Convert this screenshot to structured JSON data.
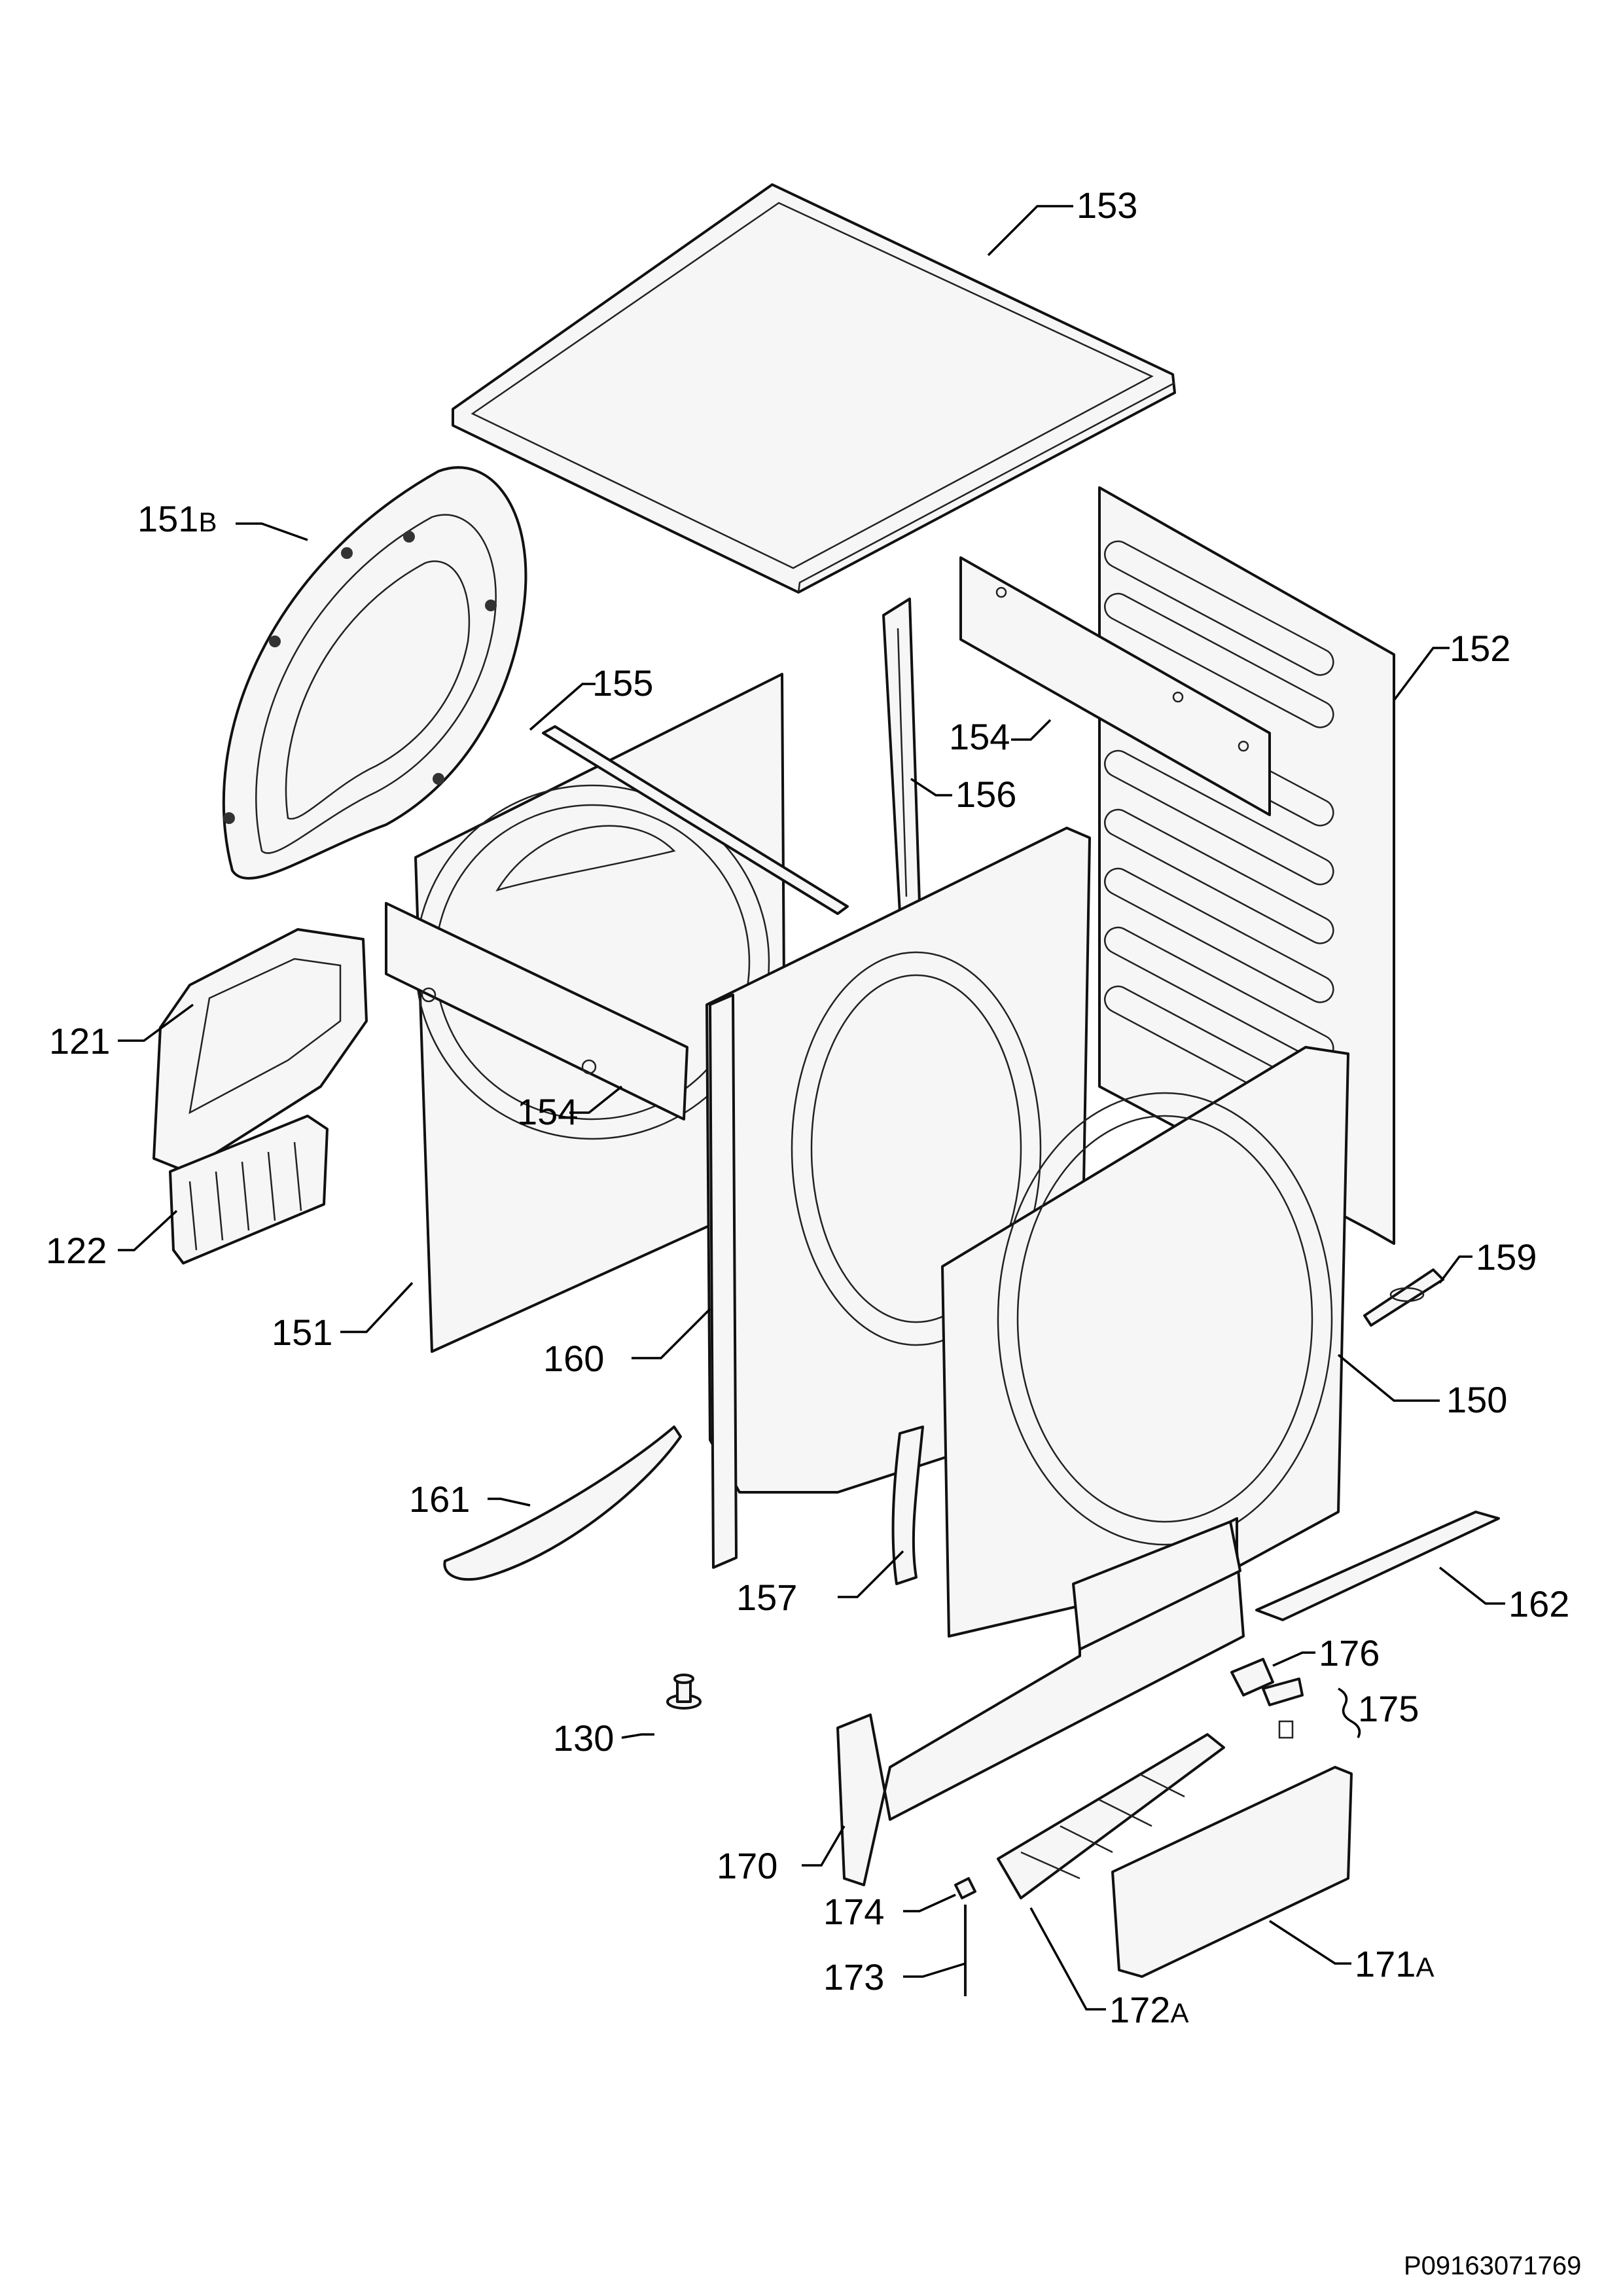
{
  "labels": {
    "p153": "153",
    "p151": "151",
    "p151b_num": "151",
    "p151b_suf": "B",
    "p152": "152",
    "p155": "155",
    "p154_top": "154",
    "p156": "156",
    "p121": "121",
    "p154_mid": "154",
    "p122": "122",
    "p159": "159",
    "p160": "160",
    "p150": "150",
    "p161": "161",
    "p157": "157",
    "p162": "162",
    "p176": "176",
    "p175": "175",
    "p130": "130",
    "p170": "170",
    "p174": "174",
    "p173": "173",
    "p172a_num": "172",
    "p172a_suf": "A",
    "p171a_num": "171",
    "p171a_suf": "A"
  },
  "document_number": "P09163071769"
}
